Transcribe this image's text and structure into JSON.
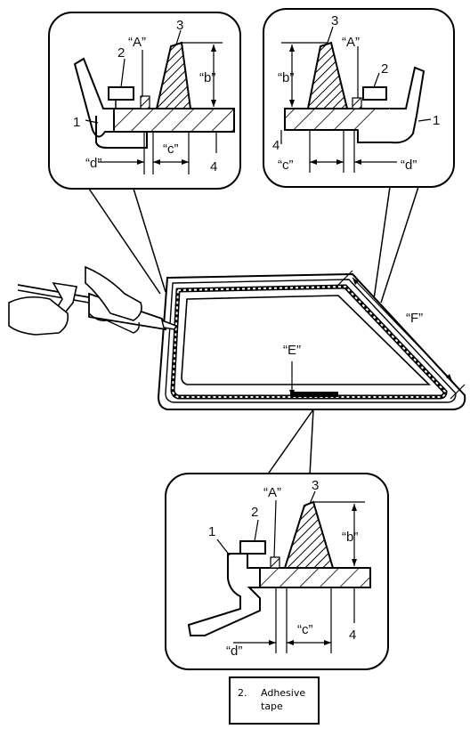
{
  "labels": {
    "n1": "1",
    "n2": "2",
    "n3": "3",
    "n4": "4",
    "A": "“A”",
    "b": "“b”",
    "c": "“c”",
    "d": "“d”",
    "E": "“E”",
    "F": "“F”"
  },
  "legend": {
    "number": "2.",
    "line1": "Adhesive",
    "line2": "tape"
  }
}
